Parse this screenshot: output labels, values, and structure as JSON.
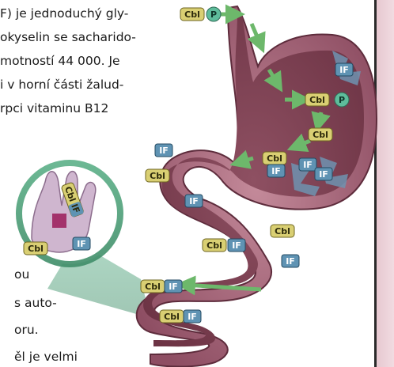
{
  "text_lines": [
    "F) je jednoduchý gly-",
    "okyselin se sacharido-",
    "motností 44 000. Je",
    "i v horní části žalud-",
    "rpci vitaminu B12",
    "ou",
    "s auto-",
    "oru.",
    "ěl je velmi"
  ],
  "labels": {
    "cbl": "Cbl",
    "if": "IF",
    "p": "P",
    "cbl_if_vertical": "Cbl IF"
  },
  "colors": {
    "stomach_wall": "#9a5d6f",
    "stomach_lumen": "#7c3e50",
    "cbl_badge": "#d9cf73",
    "if_badge": "#5f93b3",
    "p_badge": "#5ebc9b",
    "arrow": "#6db86b",
    "zoom_circle": "#4fa07b"
  }
}
